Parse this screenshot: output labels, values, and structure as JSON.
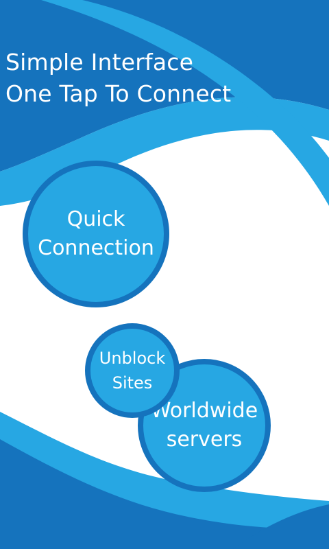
{
  "headline": {
    "line1": "Simple Interface",
    "line2": "One Tap To Connect"
  },
  "features": {
    "quick_connection": {
      "line1": "Quick",
      "line2": "Connection"
    },
    "unblock_sites": {
      "line1": "Unblock",
      "line2": "Sites"
    },
    "worldwide_servers": {
      "line1": "Worldwide",
      "line2": "servers"
    }
  },
  "colors": {
    "dark_blue": "#1573bd",
    "light_blue": "#27a7e3",
    "white": "#ffffff"
  }
}
